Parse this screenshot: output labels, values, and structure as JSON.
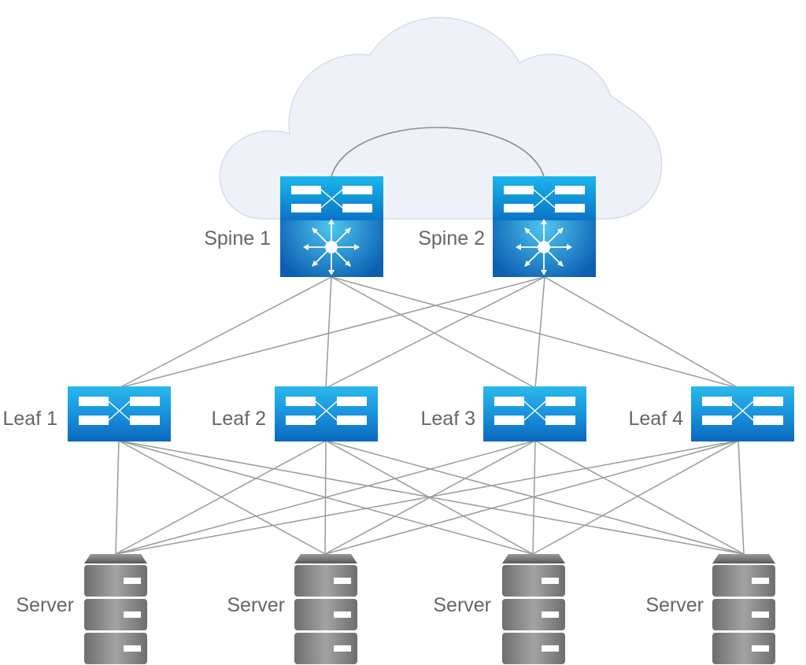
{
  "diagram": {
    "spines": [
      {
        "label": "Spine 1"
      },
      {
        "label": "Spine 2"
      }
    ],
    "leaves": [
      {
        "label": "Leaf 1"
      },
      {
        "label": "Leaf 2"
      },
      {
        "label": "Leaf 3"
      },
      {
        "label": "Leaf 4"
      }
    ],
    "servers": [
      {
        "label": "Server"
      },
      {
        "label": "Server"
      },
      {
        "label": "Server"
      },
      {
        "label": "Server"
      }
    ],
    "colors": {
      "cloud_fill": "#eef2f8",
      "cloud_stroke": "#d3d9e3",
      "switch_top": "#1ab0e8",
      "switch_bottom": "#0b63b8",
      "link": "#9a9a9a",
      "server_body": "#8a8a8a",
      "server_dark": "#5f5f5f",
      "label": "#666666"
    },
    "topology": "full-mesh spine-leaf-server"
  }
}
